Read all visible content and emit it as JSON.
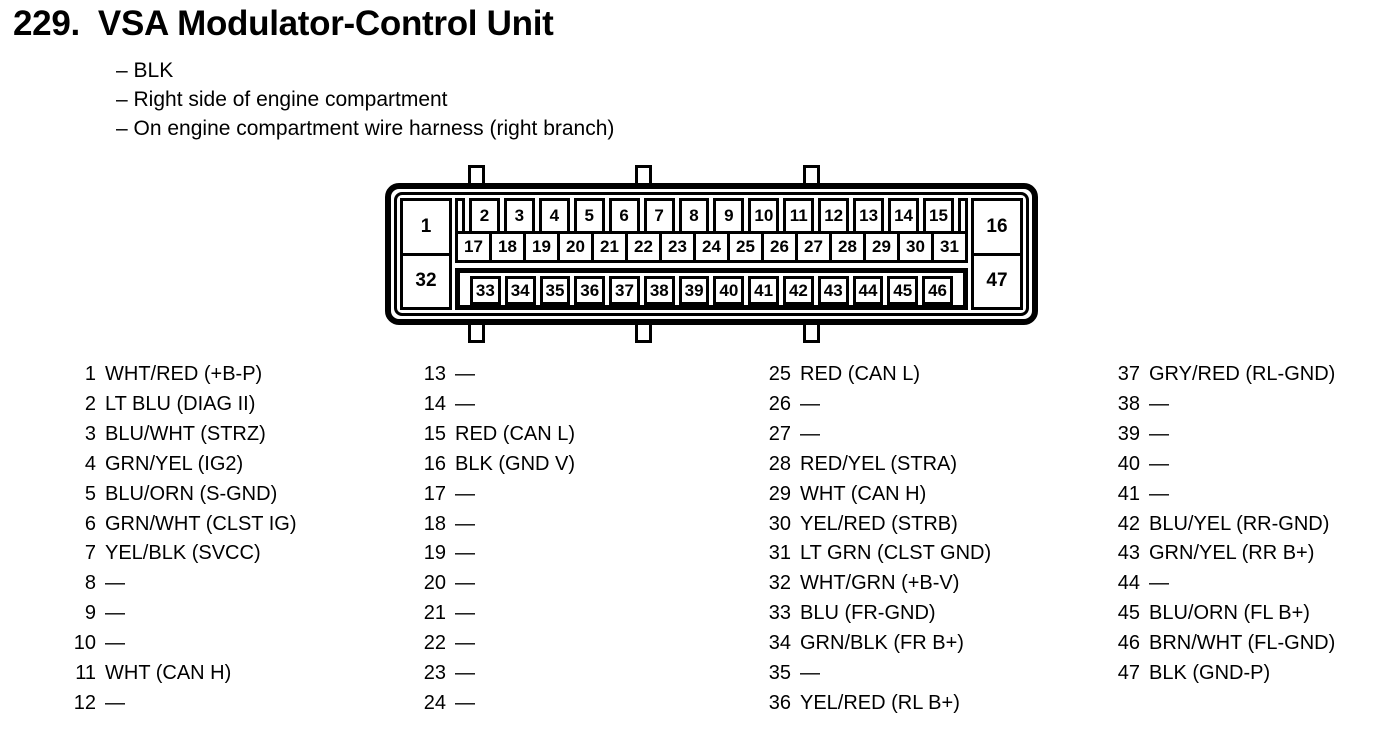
{
  "page": {
    "section_number": "229.",
    "title": "VSA Modulator-Control Unit",
    "notes": [
      "– BLK",
      "– Right side of engine compartment",
      "– On engine compartment wire harness (right branch)"
    ]
  },
  "connector": {
    "corner_pins": {
      "top_left": "1",
      "top_right": "16",
      "bottom_left": "32",
      "bottom_right": "47"
    },
    "top_row": [
      "2",
      "3",
      "4",
      "5",
      "6",
      "7",
      "8",
      "9",
      "10",
      "11",
      "12",
      "13",
      "14",
      "15"
    ],
    "middle_row": [
      "17",
      "18",
      "19",
      "20",
      "21",
      "22",
      "23",
      "24",
      "25",
      "26",
      "27",
      "28",
      "29",
      "30",
      "31"
    ],
    "bottom_row": [
      "33",
      "34",
      "35",
      "36",
      "37",
      "38",
      "39",
      "40",
      "41",
      "42",
      "43",
      "44",
      "45",
      "46"
    ]
  },
  "pin_table": {
    "columns": [
      {
        "rows": [
          {
            "pin": "1",
            "desc": "WHT/RED (+B-P)"
          },
          {
            "pin": "2",
            "desc": "LT BLU (DIAG II)"
          },
          {
            "pin": "3",
            "desc": "BLU/WHT (STRZ)"
          },
          {
            "pin": "4",
            "desc": "GRN/YEL (IG2)"
          },
          {
            "pin": "5",
            "desc": "BLU/ORN (S-GND)"
          },
          {
            "pin": "6",
            "desc": "GRN/WHT (CLST IG)"
          },
          {
            "pin": "7",
            "desc": "YEL/BLK (SVCC)"
          },
          {
            "pin": "8",
            "desc": "—"
          },
          {
            "pin": "9",
            "desc": "—"
          },
          {
            "pin": "10",
            "desc": "—"
          },
          {
            "pin": "11",
            "desc": "WHT (CAN H)"
          },
          {
            "pin": "12",
            "desc": "—"
          }
        ]
      },
      {
        "rows": [
          {
            "pin": "13",
            "desc": "—"
          },
          {
            "pin": "14",
            "desc": "—"
          },
          {
            "pin": "15",
            "desc": "RED (CAN L)"
          },
          {
            "pin": "16",
            "desc": "BLK (GND V)"
          },
          {
            "pin": "17",
            "desc": "—"
          },
          {
            "pin": "18",
            "desc": "—"
          },
          {
            "pin": "19",
            "desc": "—"
          },
          {
            "pin": "20",
            "desc": "—"
          },
          {
            "pin": "21",
            "desc": "—"
          },
          {
            "pin": "22",
            "desc": "—"
          },
          {
            "pin": "23",
            "desc": "—"
          },
          {
            "pin": "24",
            "desc": "—"
          }
        ]
      },
      {
        "rows": [
          {
            "pin": "25",
            "desc": "RED (CAN L)"
          },
          {
            "pin": "26",
            "desc": "—"
          },
          {
            "pin": "27",
            "desc": "—"
          },
          {
            "pin": "28",
            "desc": "RED/YEL (STRA)"
          },
          {
            "pin": "29",
            "desc": "WHT (CAN H)"
          },
          {
            "pin": "30",
            "desc": "YEL/RED (STRB)"
          },
          {
            "pin": "31",
            "desc": "LT GRN (CLST GND)"
          },
          {
            "pin": "32",
            "desc": "WHT/GRN (+B-V)"
          },
          {
            "pin": "33",
            "desc": "BLU (FR-GND)"
          },
          {
            "pin": "34",
            "desc": "GRN/BLK (FR B+)"
          },
          {
            "pin": "35",
            "desc": "—"
          },
          {
            "pin": "36",
            "desc": "YEL/RED (RL B+)"
          }
        ]
      },
      {
        "rows": [
          {
            "pin": "37",
            "desc": "GRY/RED (RL-GND)"
          },
          {
            "pin": "38",
            "desc": "—"
          },
          {
            "pin": "39",
            "desc": "—"
          },
          {
            "pin": "40",
            "desc": "—"
          },
          {
            "pin": "41",
            "desc": "—"
          },
          {
            "pin": "42",
            "desc": "BLU/YEL (RR-GND)"
          },
          {
            "pin": "43",
            "desc": "GRN/YEL (RR B+)"
          },
          {
            "pin": "44",
            "desc": "—"
          },
          {
            "pin": "45",
            "desc": "BLU/ORN (FL B+)"
          },
          {
            "pin": "46",
            "desc": "BRN/WHT (FL-GND)"
          },
          {
            "pin": "47",
            "desc": "BLK (GND-P)"
          }
        ]
      }
    ]
  },
  "colors": {
    "ink": "#000000",
    "paper": "#ffffff"
  }
}
